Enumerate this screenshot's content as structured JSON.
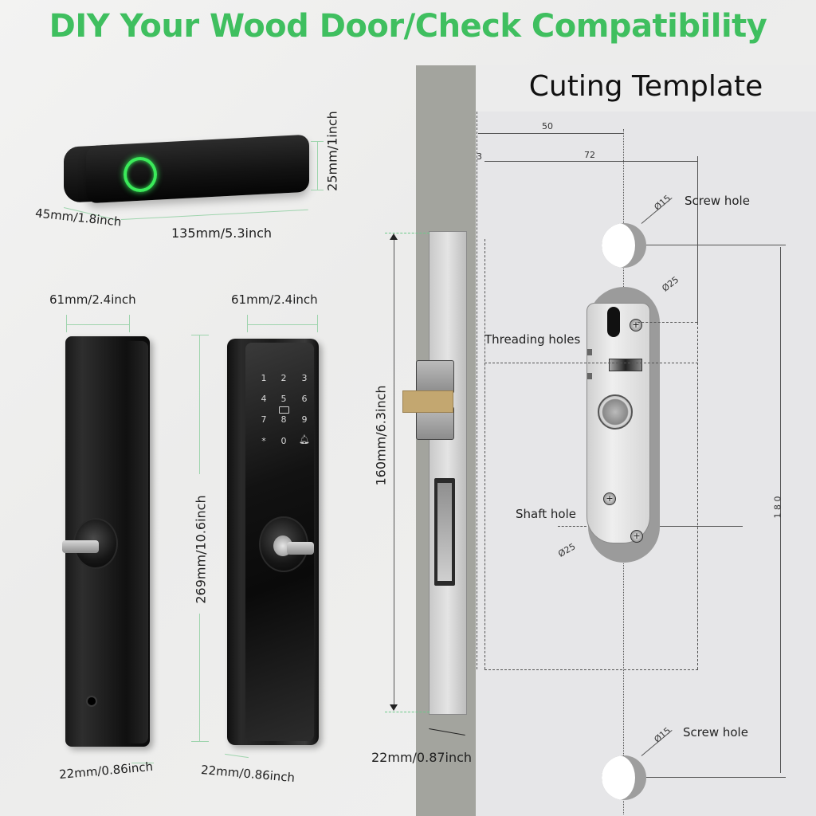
{
  "header": {
    "title": "DIY Your Wood Door/Check Compatibility",
    "title_color": "#3fbf5f"
  },
  "handle": {
    "length_label": "135mm/5.3inch",
    "depth_label": "45mm/1.8inch",
    "height_label": "25mm/1inch",
    "fingerprint_ring_color": "#3bea5a"
  },
  "back_panel": {
    "width_label": "61mm/2.4inch",
    "thickness_label": "22mm/0.86inch"
  },
  "front_panel": {
    "width_label": "61mm/2.4inch",
    "thickness_label": "22mm/0.86inch",
    "keypad": [
      "1",
      "2",
      "3",
      "4",
      "5",
      "6",
      "7",
      "8",
      "9",
      "*",
      "0",
      "bell"
    ]
  },
  "panel_height_label": "269mm/10.6inch",
  "mortise": {
    "height_label": "160mm/6.3inch",
    "width_label": "22mm/0.87inch"
  },
  "template": {
    "title": "Cuting Template",
    "dim_50": "50",
    "dim_3": "3",
    "dim_72": "72",
    "dim_180": "1 8 0",
    "screw_hole_top_label": "Screw hole",
    "screw_hole_top_dia": "Ø15",
    "threading_holes_label": "Threading holes",
    "upper_dia": "Ø25",
    "shaft_hole_label": "Shaft hole",
    "lower_dia": "Ø25",
    "screw_hole_bottom_label": "Screw hole",
    "screw_hole_bottom_dia": "Ø15"
  }
}
